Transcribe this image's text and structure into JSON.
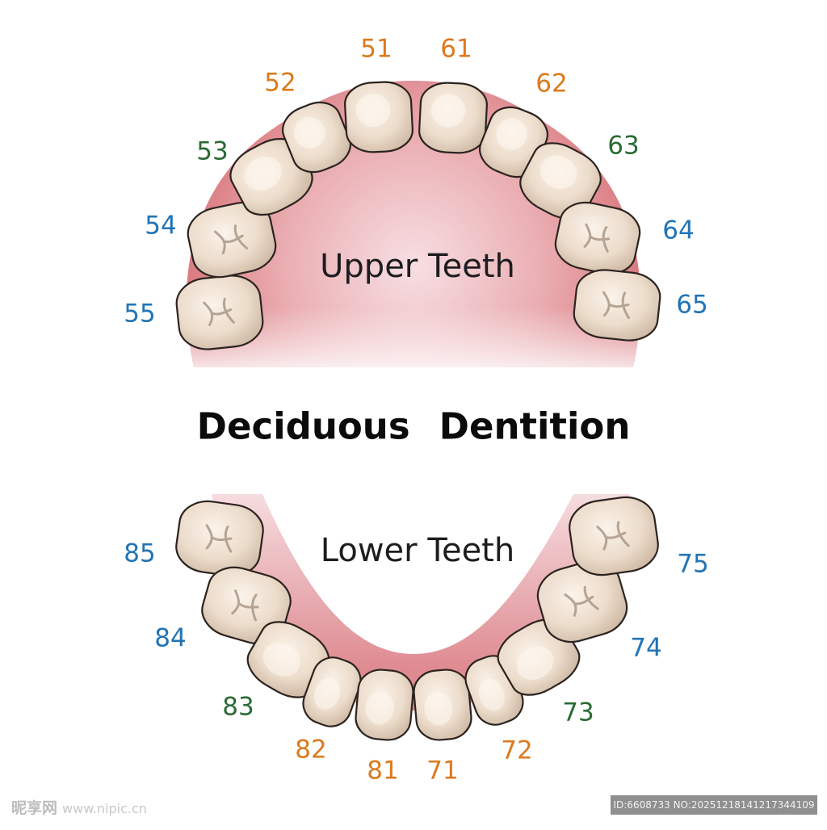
{
  "title_part1": "Deciduous",
  "title_part2": "Dentition",
  "upper_label": "Upper Teeth",
  "lower_label": "Lower Teeth",
  "colors": {
    "incisor": "#dc7a1e",
    "canine": "#2a6b35",
    "molar": "#2274b5",
    "gum": "#e3989c",
    "tooth": "#efe1d2"
  },
  "upper_teeth": [
    {
      "number": "55",
      "type": "molar"
    },
    {
      "number": "54",
      "type": "molar"
    },
    {
      "number": "53",
      "type": "canine"
    },
    {
      "number": "52",
      "type": "incisor"
    },
    {
      "number": "51",
      "type": "incisor"
    },
    {
      "number": "61",
      "type": "incisor"
    },
    {
      "number": "62",
      "type": "incisor"
    },
    {
      "number": "63",
      "type": "canine"
    },
    {
      "number": "64",
      "type": "molar"
    },
    {
      "number": "65",
      "type": "molar"
    }
  ],
  "lower_teeth": [
    {
      "number": "85",
      "type": "molar"
    },
    {
      "number": "84",
      "type": "molar"
    },
    {
      "number": "83",
      "type": "canine"
    },
    {
      "number": "82",
      "type": "incisor"
    },
    {
      "number": "81",
      "type": "incisor"
    },
    {
      "number": "71",
      "type": "incisor"
    },
    {
      "number": "72",
      "type": "incisor"
    },
    {
      "number": "73",
      "type": "canine"
    },
    {
      "number": "74",
      "type": "molar"
    },
    {
      "number": "75",
      "type": "molar"
    }
  ],
  "watermark_left_brand": "昵享网",
  "watermark_left_url": "www.nipic.cn",
  "watermark_right": "ID:6608733 NO:20251218141217344109"
}
